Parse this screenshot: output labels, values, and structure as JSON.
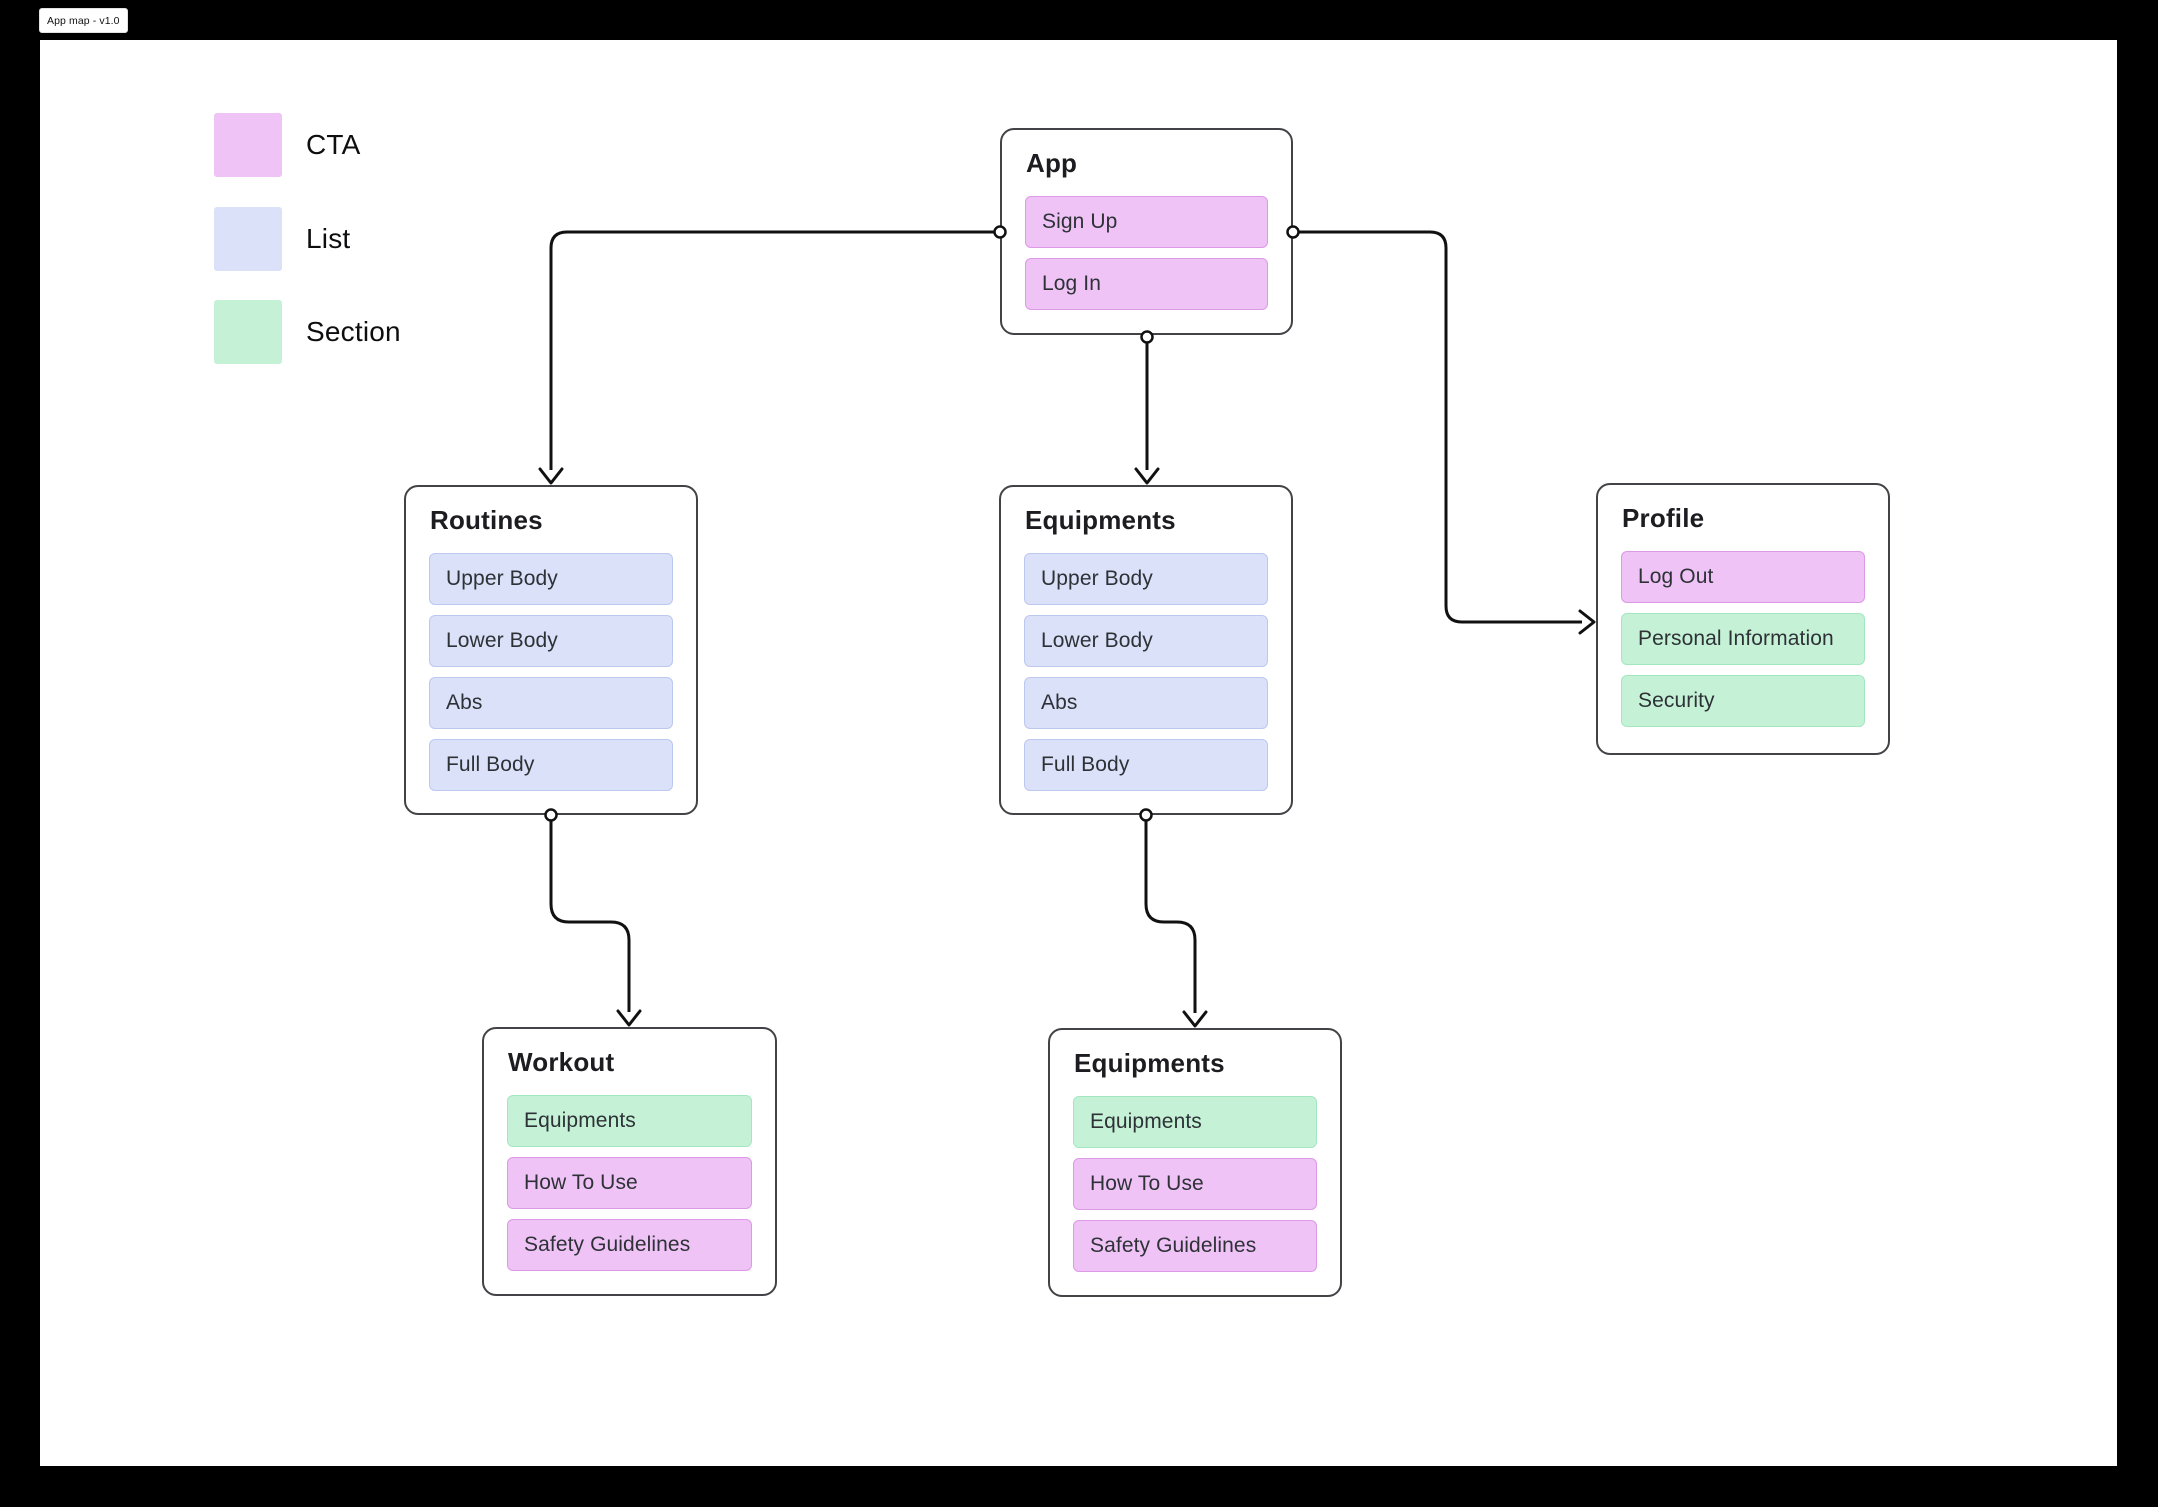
{
  "frame": {
    "label": "App map - v1.0"
  },
  "legend": [
    {
      "label": "CTA",
      "color": "#EFC3F6"
    },
    {
      "label": "List",
      "color": "#DAE1F9"
    },
    {
      "label": "Section",
      "color": "#C5F2D7"
    }
  ],
  "nodes": [
    {
      "title": "App",
      "items": [
        {
          "label": "Sign Up",
          "type": "cta"
        },
        {
          "label": "Log In",
          "type": "cta"
        }
      ]
    },
    {
      "title": "Routines",
      "items": [
        {
          "label": "Upper Body",
          "type": "list"
        },
        {
          "label": "Lower Body",
          "type": "list"
        },
        {
          "label": "Abs",
          "type": "list"
        },
        {
          "label": "Full Body",
          "type": "list"
        }
      ]
    },
    {
      "title": "Equipments",
      "items": [
        {
          "label": "Upper Body",
          "type": "list"
        },
        {
          "label": "Lower Body",
          "type": "list"
        },
        {
          "label": "Abs",
          "type": "list"
        },
        {
          "label": "Full Body",
          "type": "list"
        }
      ]
    },
    {
      "title": "Profile",
      "items": [
        {
          "label": "Log Out",
          "type": "cta"
        },
        {
          "label": "Personal Information",
          "type": "section"
        },
        {
          "label": "Security",
          "type": "section"
        }
      ]
    },
    {
      "title": "Workout",
      "items": [
        {
          "label": "Equipments",
          "type": "section"
        },
        {
          "label": "How To Use",
          "type": "cta"
        },
        {
          "label": "Safety Guidelines",
          "type": "cta"
        }
      ]
    },
    {
      "title": "Equipments",
      "items": [
        {
          "label": "Equipments",
          "type": "section"
        },
        {
          "label": "How To Use",
          "type": "cta"
        },
        {
          "label": "Safety Guidelines",
          "type": "cta"
        }
      ]
    }
  ],
  "colors": {
    "wire": "#111111",
    "node_border": "#434347",
    "canvas": "#ffffff",
    "backdrop": "#000000"
  }
}
